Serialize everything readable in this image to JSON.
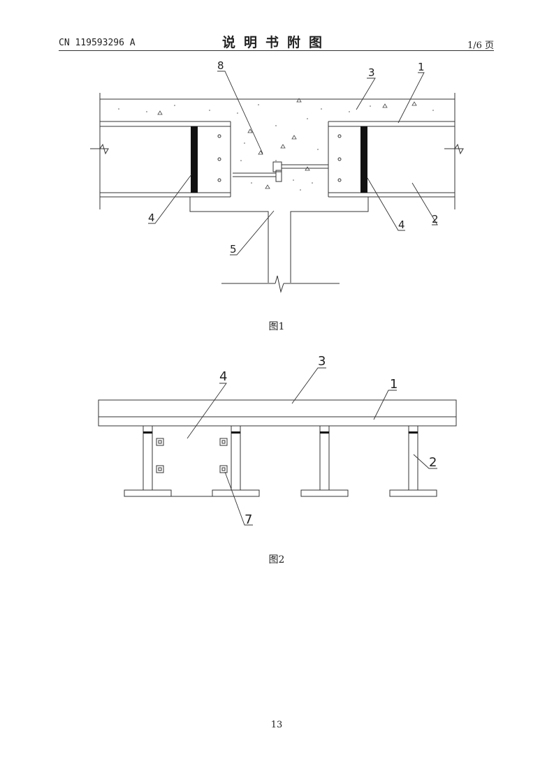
{
  "header": {
    "pub_number": "CN 119593296 A",
    "doc_title": "说明书附图",
    "page_index": "1/6 页"
  },
  "figure1": {
    "caption": "图1",
    "labels": {
      "l1": "1",
      "l2": "2",
      "l3": "3",
      "l4a": "4",
      "l4b": "4",
      "l5": "5",
      "l8": "8"
    }
  },
  "figure2": {
    "caption": "图2",
    "labels": {
      "l1": "1",
      "l2": "2",
      "l3": "3",
      "l4": "4",
      "l7": "7"
    }
  },
  "footer": {
    "page_number": "13"
  }
}
